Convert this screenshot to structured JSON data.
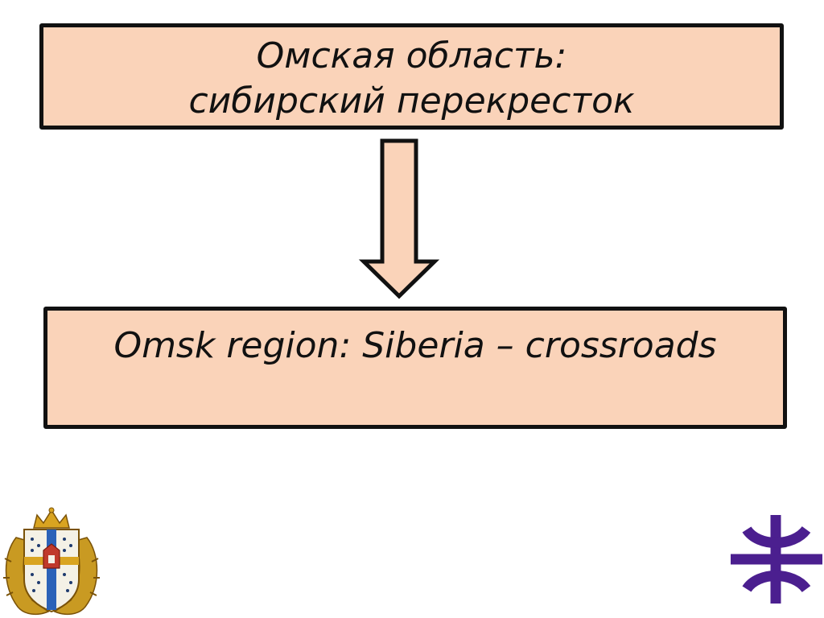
{
  "diagram": {
    "top_box": {
      "line1": "Омская область:",
      "line2": "сибирский перекресток"
    },
    "bottom_box": {
      "text": "Omsk region: Siberia – crossroads"
    }
  },
  "colors": {
    "box_fill": "#fad3b9",
    "border": "#111111",
    "logo": "#4b1f8f",
    "coat_gold": "#d9a421",
    "coat_blue": "#2b62b8"
  },
  "icons": {
    "coat_of_arms": "omsk-region-coat-of-arms",
    "logo": "organization-logo"
  }
}
